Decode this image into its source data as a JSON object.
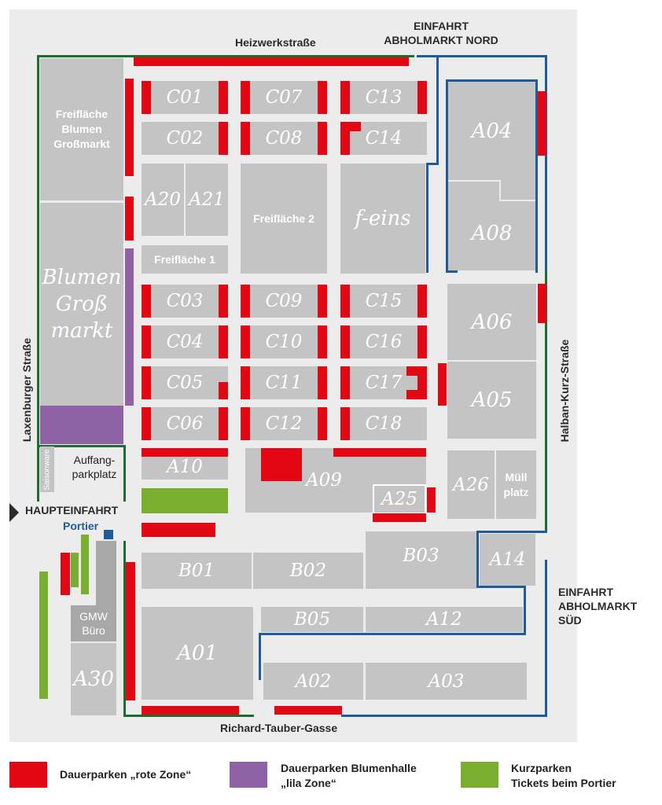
{
  "streets": {
    "north": "Heizwerkstraße",
    "south": "Richard-Tauber-Gasse",
    "west": "Laxenburger Straße",
    "east": "Halban-Kurz-Straße"
  },
  "entrances": {
    "north": "EINFAHRT\nABHOLMARKT NORD",
    "south": "EINFAHRT\nABHOLMARKT\nSÜD",
    "main": "HAUPTEINFAHRT",
    "porter": "Portier"
  },
  "areas": {
    "freiflaeche_blumen": "Freifläche\nBlumen\nGroßmarkt",
    "blumen_grossmarkt": "Blumen\nGroß\nmarkt",
    "saisonware": "Saisonware",
    "auffang": "Auffang-\nparkplatz",
    "freiflaeche1": "Freifläche 1",
    "freiflaeche2": "Freifläche 2",
    "f_eins": "f-eins",
    "muell": "Müll\nplatz",
    "gmw": "GMW\nBüro",
    "C01": "C01",
    "C02": "C02",
    "C03": "C03",
    "C04": "C04",
    "C05": "C05",
    "C06": "C06",
    "C07": "C07",
    "C08": "C08",
    "C09": "C09",
    "C10": "C10",
    "C11": "C11",
    "C12": "C12",
    "C13": "C13",
    "C14": "C14",
    "C15": "C15",
    "C16": "C16",
    "C17": "C17",
    "C18": "C18",
    "A01": "A01",
    "A02": "A02",
    "A03": "A03",
    "A04": "A04",
    "A05": "A05",
    "A06": "A06",
    "A08": "A08",
    "A09": "A09",
    "A10": "A10",
    "A12": "A12",
    "A14": "A14",
    "A20": "A20",
    "A21": "A21",
    "A25": "A25",
    "A26": "A26",
    "A30": "A30",
    "B01": "B01",
    "B02": "B02",
    "B03": "B03",
    "B05": "B05"
  },
  "legend": [
    {
      "label": "Dauerparken „rote Zone“",
      "color": "#e30613"
    },
    {
      "label": "Dauerparken Blumenhalle\n„lila Zone“",
      "color": "#8f62a6"
    },
    {
      "label": "Kurzparken\nTickets beim Portier",
      "color": "#7aae2e"
    }
  ],
  "colors": {
    "red_zone": "#e30613",
    "lila_zone": "#8f62a6",
    "kurzparken": "#7aae2e",
    "abholmarkt_border": "#1f5c99",
    "site_border": "#1f6b33",
    "building": "#c4c4c4"
  }
}
